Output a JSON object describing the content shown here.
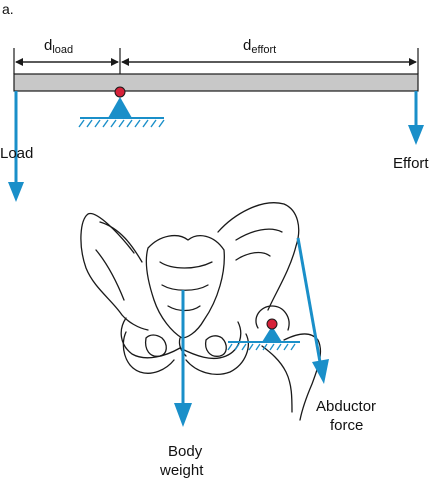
{
  "panel_label": "a.",
  "lever": {
    "d_load": {
      "main": "d",
      "sub": "load"
    },
    "d_effort": {
      "main": "d",
      "sub": "effort"
    },
    "load_label": "Load",
    "effort_label": "Effort"
  },
  "anatomy": {
    "body_weight_line1": "Body",
    "body_weight_line2": "weight",
    "abductor_line1": "Abductor",
    "abductor_line2": "force"
  },
  "colors": {
    "arrow": "#1a8fc9",
    "pivot": "#d6223a",
    "beam": "#c8c8c8",
    "outline": "#1a1a1a"
  }
}
